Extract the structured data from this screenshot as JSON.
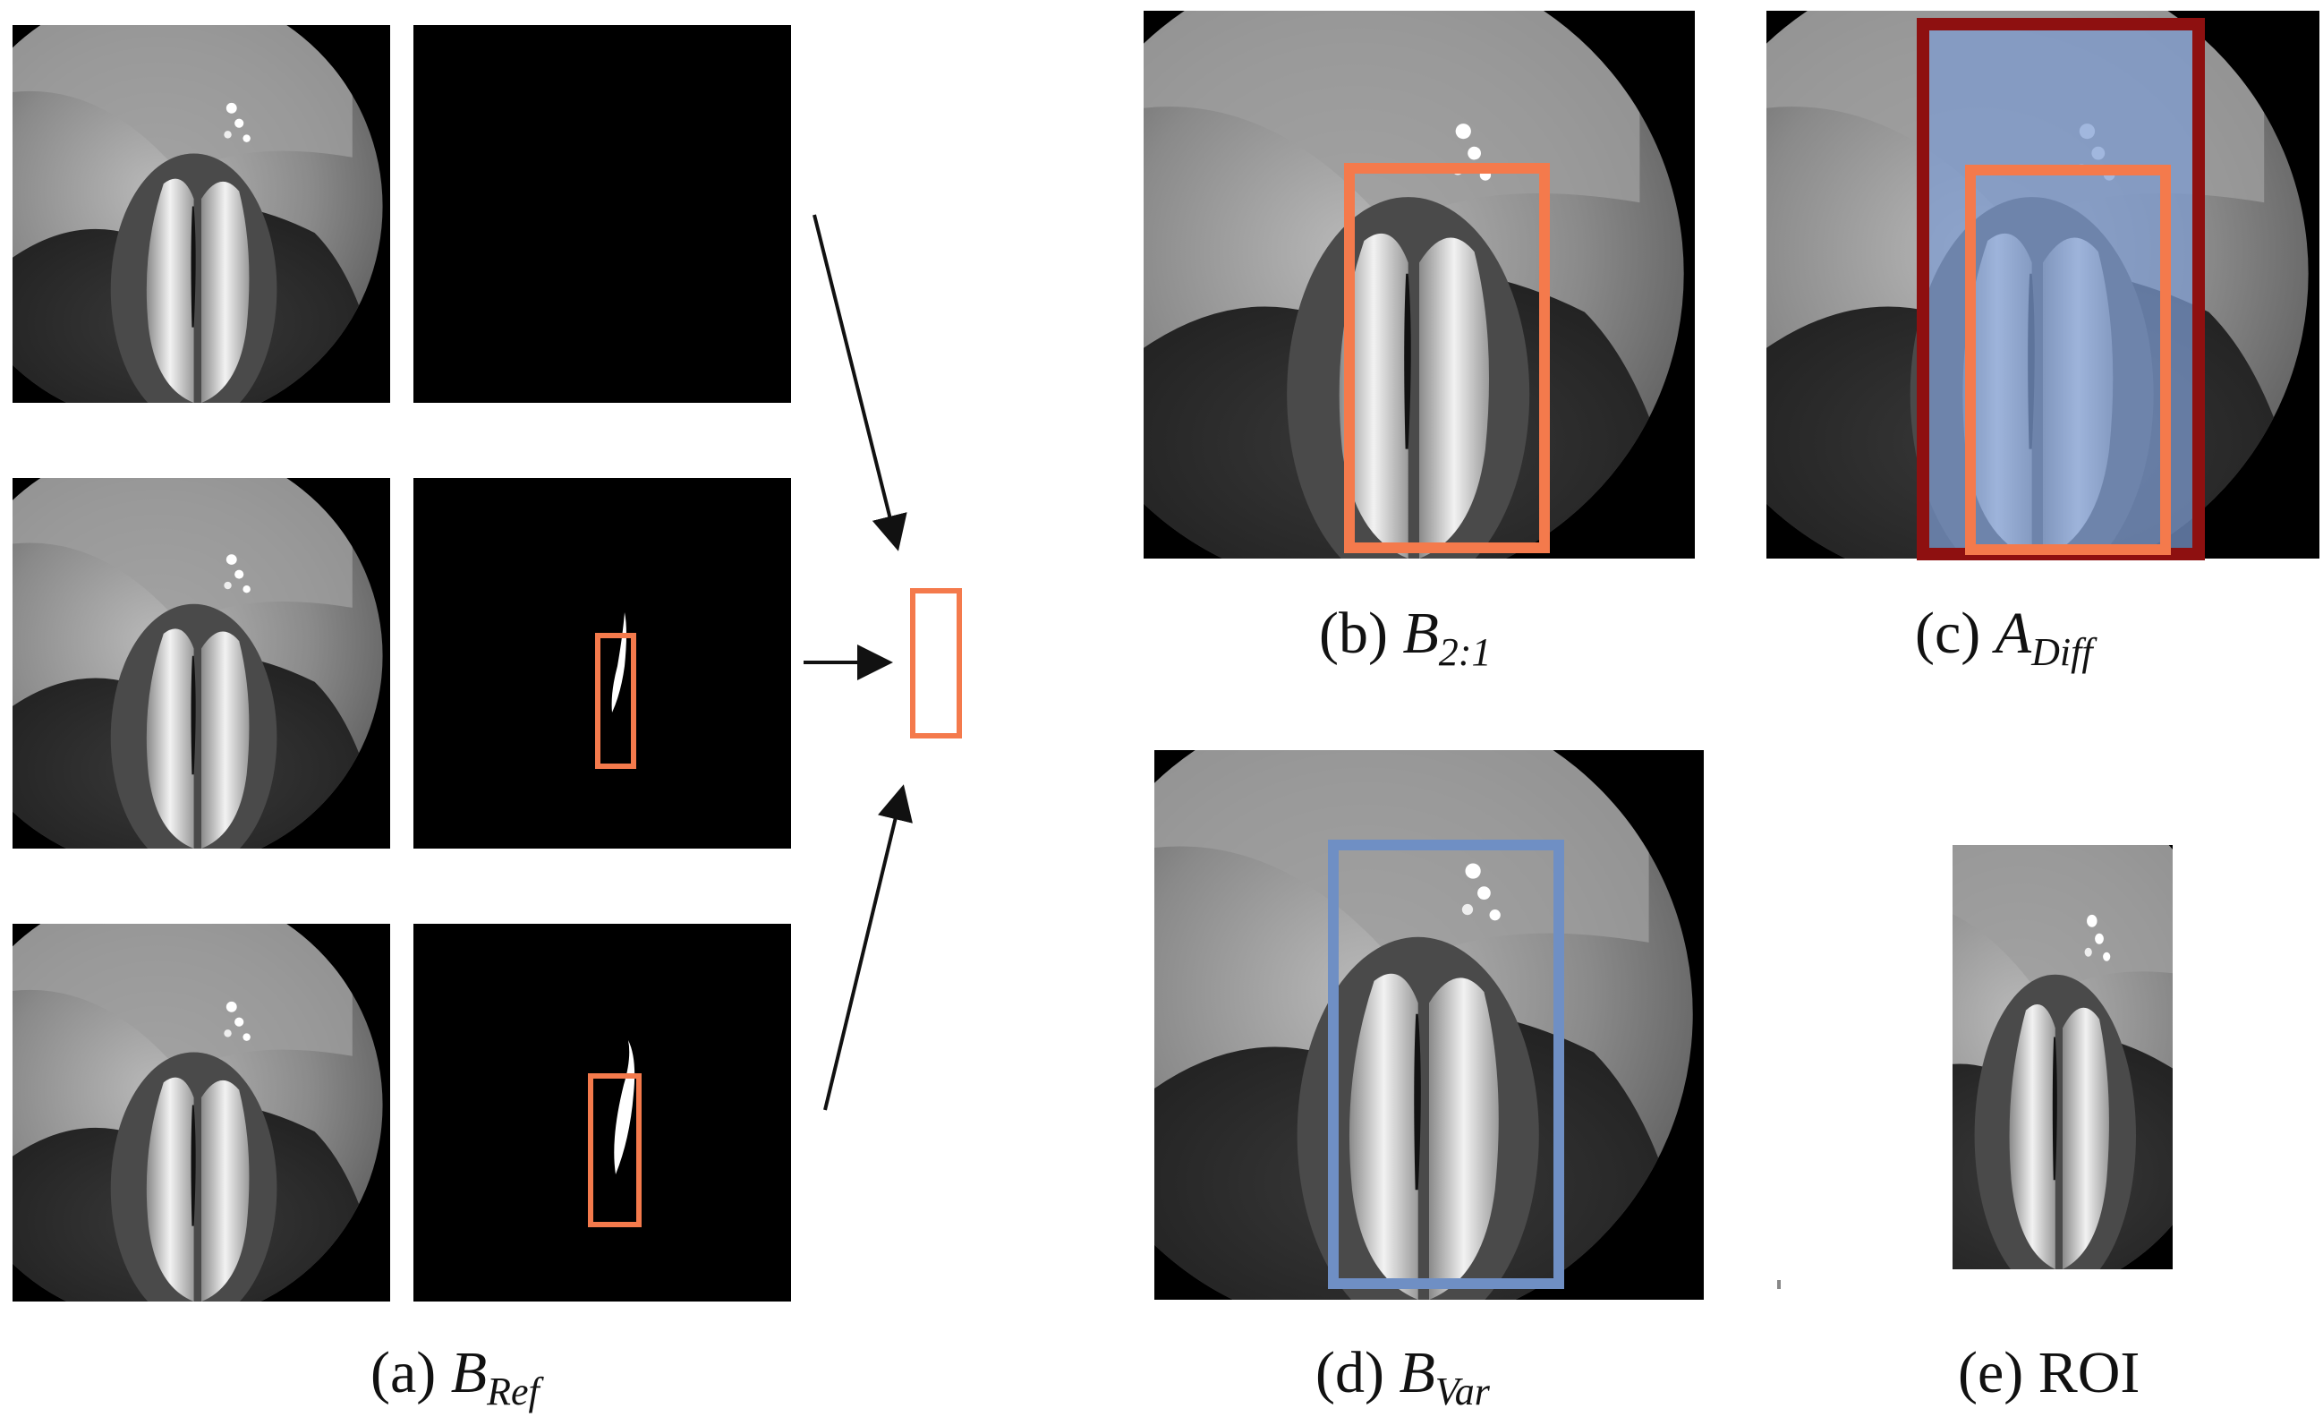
{
  "figure": {
    "captions": {
      "a": {
        "prefix": "(a) ",
        "symbol": "B",
        "subscript": "Ref"
      },
      "b": {
        "prefix": "(b) ",
        "symbol": "B",
        "subscript": "2:1"
      },
      "c": {
        "prefix": "(c) ",
        "symbol": "A",
        "subscript": "Diff"
      },
      "d": {
        "prefix": "(d) ",
        "symbol": "B",
        "subscript": "Var"
      },
      "e": {
        "text": "(e) ROI"
      }
    },
    "colors": {
      "bbox_orange": "#f47a4c",
      "bbox_blue": "#6f8fc4",
      "diff_red": "#8e1010",
      "diff_fill": "#7d9bd1",
      "mask_white": "#ffffff",
      "background_black": "#000000",
      "arrow": "#111111"
    }
  }
}
